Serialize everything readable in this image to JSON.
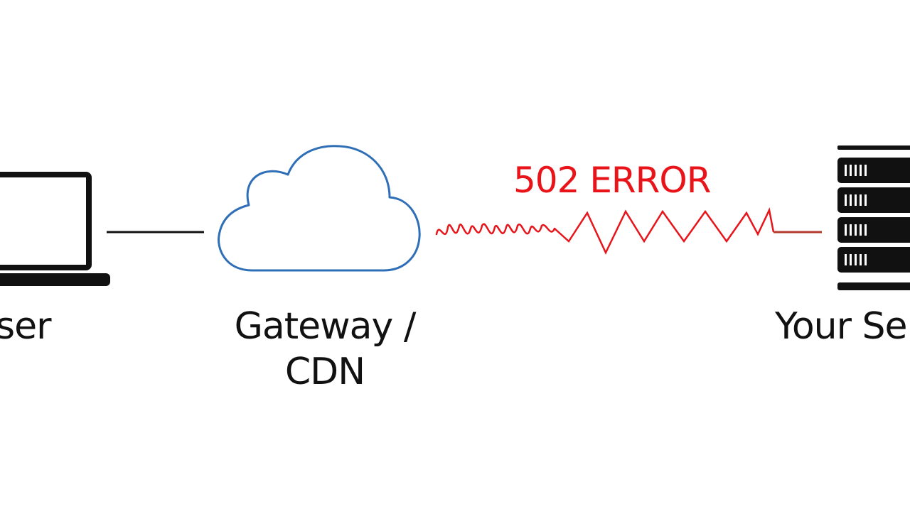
{
  "nodes": {
    "user": {
      "label": "ser",
      "icon": "laptop-icon"
    },
    "gateway": {
      "label": "Gateway / CDN",
      "icon": "cloud-icon"
    },
    "server": {
      "label": "Your Se",
      "icon": "server-rack-icon"
    }
  },
  "connections": {
    "user_gateway": {
      "status": "ok"
    },
    "gateway_server": {
      "status": "error",
      "label": "502 ERROR"
    }
  },
  "colors": {
    "ink": "#111111",
    "cloud_stroke": "#2f6fb7",
    "error": "#e8141a"
  }
}
